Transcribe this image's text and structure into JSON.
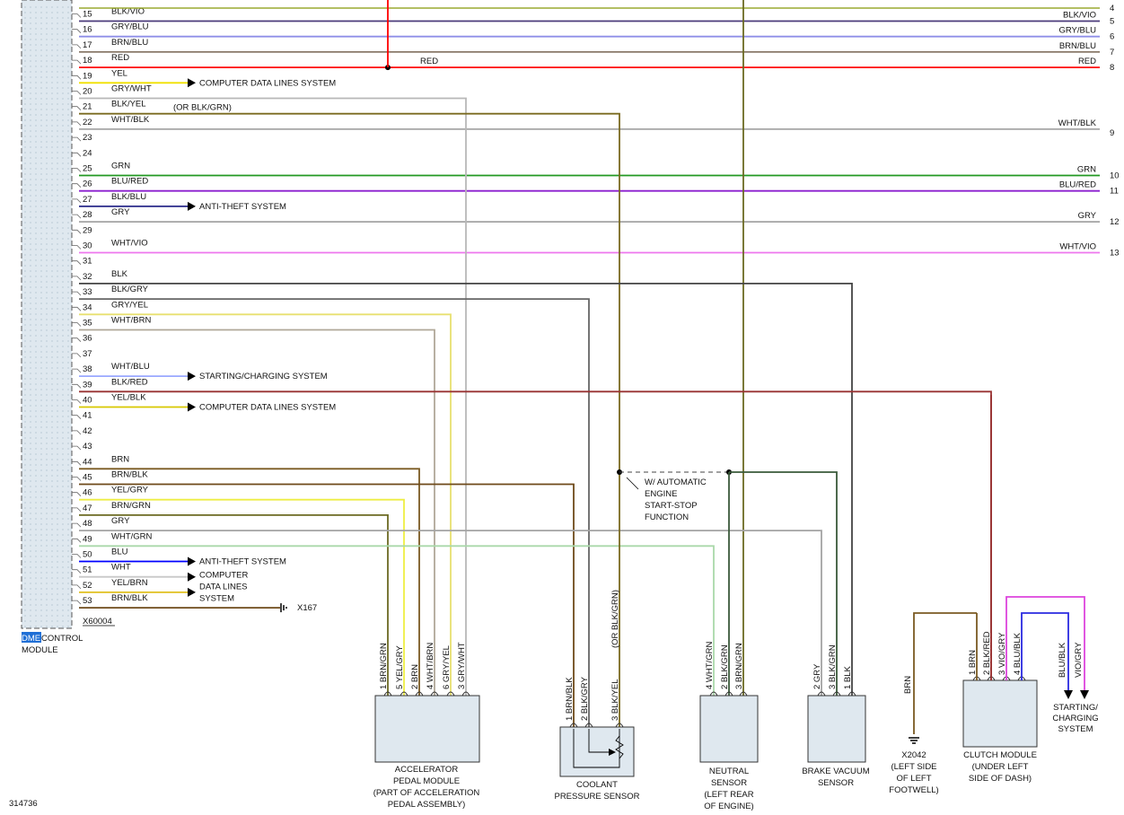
{
  "diagram_id": "314736",
  "module": {
    "name_hl": "DME",
    "name_rest": " CONTROL",
    "name2": "MODULE",
    "connector": "X60004"
  },
  "colors": {
    "BLK/VIO": "#4a3a7a",
    "GRY/BLU": "#8f8fe8",
    "BRN/BLU": "#8a7a6a",
    "RED": "#ff0000",
    "YEL": "#f0e000",
    "GRY/WHT": "#b8b8b8",
    "BLK/YEL": "#7a6a20",
    "WHT/BLK": "#a6a6a6",
    "GRN": "#229922",
    "BLU/RED": "#8b1fcf",
    "BLK/BLU": "#2a2a8a",
    "GRY": "#a3a3a3",
    "WHT/VIO": "#ee77ee",
    "BLK": "#444444",
    "BLK/GRY": "#666666",
    "GRY/YEL": "#e8e070",
    "WHT/BRN": "#b0a898",
    "WHT/BLU": "#9aa8ff",
    "BLK/RED": "#993333",
    "YEL/BLK": "#d8c800",
    "BRN": "#7a5a22",
    "BRN/BLK": "#6e4a1a",
    "YEL/GRY": "#eeee44",
    "BRN/GRN": "#6b6a22",
    "WHT/GRN": "#aad8aa",
    "BLU": "#0000ff",
    "WHT": "#c8c8c8",
    "YEL/BRN": "#e0c020",
    "BRN/BLK2": "#6e4a1a",
    "BLK/GRN": "#3a5a3a",
    "VIO/GRY": "#dd44dd",
    "BLU/BLK": "#2a2ae0",
    "OLIVE": "#9aaa30"
  },
  "pins": [
    {
      "n": "15",
      "wire": "BLK/VIO",
      "right": "BLK/VIO",
      "ref": "5"
    },
    {
      "n": "16",
      "wire": "GRY/BLU",
      "right": "GRY/BLU",
      "ref": "6"
    },
    {
      "n": "17",
      "wire": "BRN/BLU",
      "right": "BRN/BLU",
      "ref": "7"
    },
    {
      "n": "18",
      "wire": "RED",
      "right": "RED",
      "mid": "RED",
      "ref": "8"
    },
    {
      "n": "19",
      "wire": "YEL",
      "to": "COMPUTER DATA LINES SYSTEM"
    },
    {
      "n": "20",
      "wire": "GRY/WHT"
    },
    {
      "n": "21",
      "wire": "BLK/YEL",
      "alt": "(OR BLK/GRN)"
    },
    {
      "n": "22",
      "wire": "WHT/BLK",
      "right": "WHT/BLK",
      "ref": "9"
    },
    {
      "n": "23"
    },
    {
      "n": "24"
    },
    {
      "n": "25",
      "wire": "GRN",
      "right": "GRN",
      "ref": "10"
    },
    {
      "n": "26",
      "wire": "BLU/RED",
      "right": "BLU/RED",
      "ref": "11"
    },
    {
      "n": "27",
      "wire": "BLK/BLU",
      "to": "ANTI-THEFT SYSTEM"
    },
    {
      "n": "28",
      "wire": "GRY",
      "right": "GRY",
      "ref": "12"
    },
    {
      "n": "29"
    },
    {
      "n": "30",
      "wire": "WHT/VIO",
      "right": "WHT/VIO",
      "ref": "13"
    },
    {
      "n": "31"
    },
    {
      "n": "32",
      "wire": "BLK"
    },
    {
      "n": "33",
      "wire": "BLK/GRY"
    },
    {
      "n": "34",
      "wire": "GRY/YEL"
    },
    {
      "n": "35",
      "wire": "WHT/BRN"
    },
    {
      "n": "36"
    },
    {
      "n": "37"
    },
    {
      "n": "38",
      "wire": "WHT/BLU",
      "to": "STARTING/CHARGING SYSTEM"
    },
    {
      "n": "39",
      "wire": "BLK/RED"
    },
    {
      "n": "40",
      "wire": "YEL/BLK",
      "to": "COMPUTER DATA LINES SYSTEM"
    },
    {
      "n": "41"
    },
    {
      "n": "42"
    },
    {
      "n": "43"
    },
    {
      "n": "44",
      "wire": "BRN"
    },
    {
      "n": "45",
      "wire": "BRN/BLK"
    },
    {
      "n": "46",
      "wire": "YEL/GRY"
    },
    {
      "n": "47",
      "wire": "BRN/GRN"
    },
    {
      "n": "48",
      "wire": "GRY"
    },
    {
      "n": "49",
      "wire": "WHT/GRN"
    },
    {
      "n": "50",
      "wire": "BLU",
      "to": "ANTI-THEFT SYSTEM"
    },
    {
      "n": "51",
      "wire": "WHT"
    },
    {
      "n": "52",
      "wire": "YEL/BRN"
    },
    {
      "n": "53",
      "wire": "BRN/BLK",
      "ground": "X167"
    }
  ],
  "top_refs": [
    "4"
  ],
  "multi_target": [
    "COMPUTER",
    "DATA LINES",
    "SYSTEM"
  ],
  "components": {
    "accel": {
      "lines": [
        "ACCELERATOR",
        "PEDAL MODULE",
        "(PART OF ACCELERATION",
        "PEDAL ASSEMBLY)"
      ],
      "pins": [
        {
          "p": "1",
          "w": "BRN/GRN"
        },
        {
          "p": "5",
          "w": "YEL/GRY"
        },
        {
          "p": "2",
          "w": "BRN"
        },
        {
          "p": "4",
          "w": "WHT/BRN"
        },
        {
          "p": "6",
          "w": "GRY/YEL"
        },
        {
          "p": "3",
          "w": "GRY/WHT"
        }
      ]
    },
    "coolant": {
      "lines": [
        "COOLANT",
        "PRESSURE SENSOR"
      ],
      "pins": [
        {
          "p": "1",
          "w": "BRN/BLK"
        },
        {
          "p": "2",
          "w": "BLK/GRY"
        },
        {
          "p": "3",
          "w": "BLK/YEL"
        }
      ],
      "alt": "(OR BLK/GRN)"
    },
    "neutral": {
      "lines": [
        "NEUTRAL",
        "SENSOR",
        "(LEFT REAR",
        "OF ENGINE)"
      ],
      "pins": [
        {
          "p": "4",
          "w": "WHT/GRN"
        },
        {
          "p": "2",
          "w": "BLK/GRN"
        },
        {
          "p": "3",
          "w": "BRN/GRN"
        }
      ]
    },
    "brake": {
      "lines": [
        "BRAKE VACUUM",
        "SENSOR"
      ],
      "pins": [
        {
          "p": "2",
          "w": "GRY"
        },
        {
          "p": "3",
          "w": "BLK/GRN"
        },
        {
          "p": "1",
          "w": "BLK"
        }
      ]
    },
    "ground2": {
      "wire": "BRN",
      "lines": [
        "X2042",
        "(LEFT SIDE",
        "OF LEFT",
        "FOOTWELL)"
      ]
    },
    "clutch": {
      "lines": [
        "CLUTCH MODULE",
        "(UNDER LEFT",
        "SIDE OF DASH)"
      ],
      "pins": [
        {
          "p": "1",
          "w": "BRN"
        },
        {
          "p": "2",
          "w": "BLK/RED"
        },
        {
          "p": "3",
          "w": "VIO/GRY"
        },
        {
          "p": "4",
          "w": "BLU/BLK"
        }
      ]
    },
    "startcharge": {
      "wires": [
        "BLU/BLK",
        "VIO/GRY"
      ],
      "lines": [
        "STARTING/",
        "CHARGING",
        "SYSTEM"
      ]
    }
  },
  "auto_note": [
    "W/ AUTOMATIC",
    "ENGINE",
    "START-STOP",
    "FUNCTION"
  ]
}
